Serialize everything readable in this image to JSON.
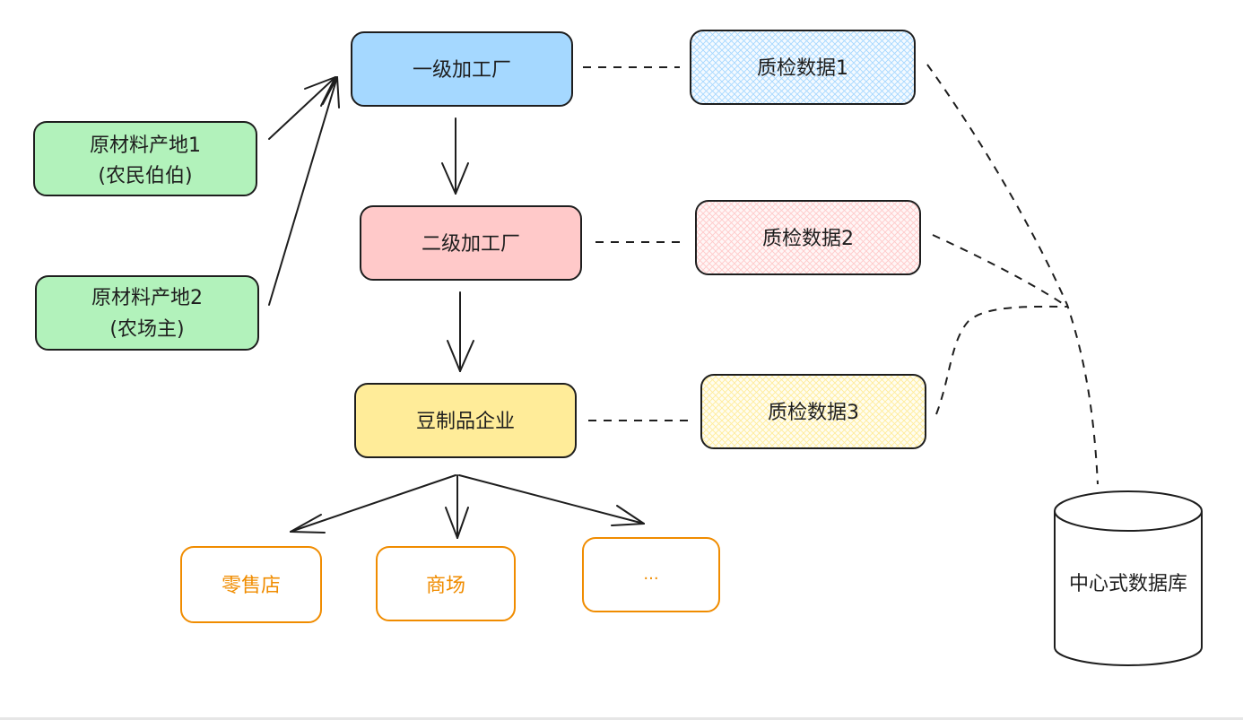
{
  "nodes": {
    "raw1": {
      "line1": "原材料产地1",
      "line2": "(农民伯伯)",
      "fill": "#b2f2bb"
    },
    "raw2": {
      "line1": "原材料产地2",
      "line2": "(农场主)",
      "fill": "#b2f2bb"
    },
    "factory1": {
      "label": "一级加工厂",
      "fill": "#a5d8ff"
    },
    "factory2": {
      "label": "二级加工厂",
      "fill": "#ffc9c9"
    },
    "enterprise": {
      "label": "豆制品企业",
      "fill": "#ffec99"
    },
    "qc1": {
      "label": "质检数据1",
      "fill": "#a5d8ff"
    },
    "qc2": {
      "label": "质检数据2",
      "fill": "#ffc9c9"
    },
    "qc3": {
      "label": "质检数据3",
      "fill": "#ffec99"
    },
    "retail": {
      "label": "零售店",
      "stroke": "#f08c00"
    },
    "mall": {
      "label": "商场",
      "stroke": "#f08c00"
    },
    "more": {
      "label": "...",
      "stroke": "#f08c00"
    },
    "database": {
      "label": "中心式数据库"
    }
  },
  "colors": {
    "stroke": "#1e1e1e",
    "orange": "#f08c00"
  }
}
